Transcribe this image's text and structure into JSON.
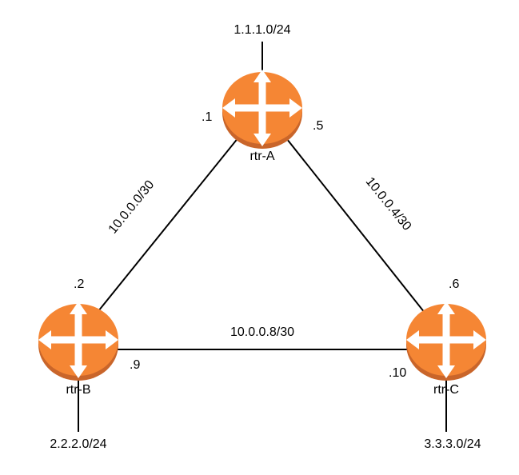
{
  "routers": {
    "a": {
      "name": "rtr-A"
    },
    "b": {
      "name": "rtr-B"
    },
    "c": {
      "name": "rtr-C"
    }
  },
  "links": {
    "ab": {
      "subnet": "10.0.0.0/30",
      "a_end": ".1",
      "b_end": ".2"
    },
    "ac": {
      "subnet": "10.0.0.4/30",
      "a_end": ".5",
      "c_end": ".6"
    },
    "bc": {
      "subnet": "10.0.0.8/30",
      "b_end": ".9",
      "c_end": ".10"
    }
  },
  "stubs": {
    "a": "1.1.1.0/24",
    "b": "2.2.2.0/24",
    "c": "3.3.3.0/24"
  },
  "colors": {
    "router_fill": "#F58634",
    "router_shadow": "#C9652A",
    "arrow": "#FFFFFF",
    "line": "#000000"
  }
}
